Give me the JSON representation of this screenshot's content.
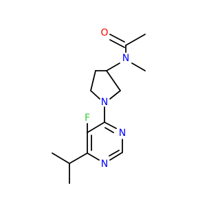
{
  "molecule": {
    "atoms": [
      {
        "id": "O",
        "text": "O",
        "color": "#ff0000"
      },
      {
        "id": "N1",
        "text": "N",
        "color": "#0000ff"
      },
      {
        "id": "N2",
        "text": "N",
        "color": "#0000ff"
      },
      {
        "id": "F",
        "text": "F",
        "color": "#33cc33"
      },
      {
        "id": "N3",
        "text": "N",
        "color": "#0000ff"
      },
      {
        "id": "N4",
        "text": "N",
        "color": "#0000ff"
      }
    ]
  }
}
